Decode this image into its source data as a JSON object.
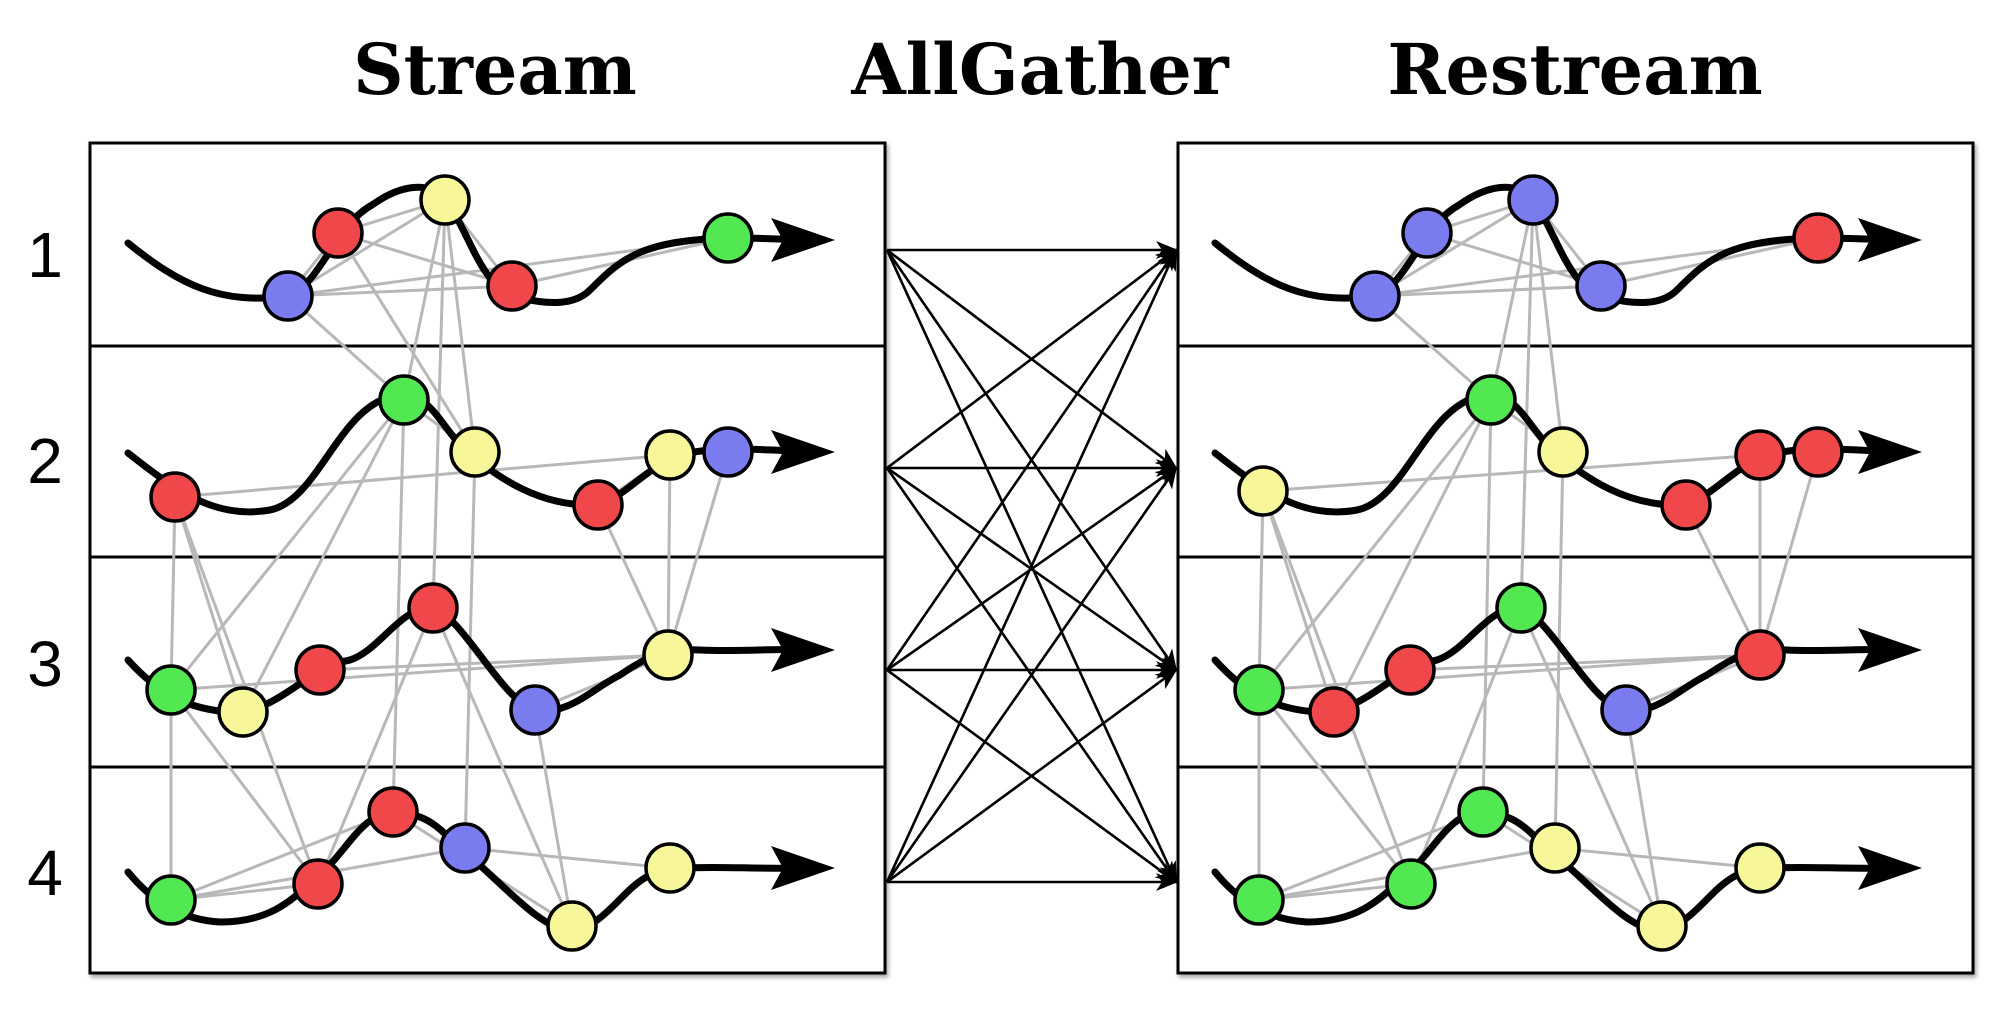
{
  "headings": {
    "stream": "Stream",
    "allgather": "AllGather",
    "restream": "Restream"
  },
  "rows": [
    "1",
    "2",
    "3",
    "4"
  ],
  "colors": {
    "red": "#f0474a",
    "blue": "#7b7bf0",
    "yellow": "#f7f79a",
    "green": "#52e852",
    "edge": "#b8b8b8",
    "stroke": "#000000"
  },
  "panels": {
    "stream": {
      "rows": [
        [
          "blue",
          "red",
          "yellow",
          "red",
          "green"
        ],
        [
          "red",
          "green",
          "yellow",
          "red",
          "yellow",
          "blue"
        ],
        [
          "green",
          "yellow",
          "red",
          "red",
          "blue",
          "yellow"
        ],
        [
          "green",
          "red",
          "red",
          "blue",
          "yellow",
          "yellow"
        ]
      ]
    },
    "restream": {
      "rows": [
        [
          "blue",
          "blue",
          "blue",
          "blue",
          "red"
        ],
        [
          "yellow",
          "green",
          "yellow",
          "red",
          "red",
          "red"
        ],
        [
          "green",
          "red",
          "red",
          "green",
          "blue",
          "red"
        ],
        [
          "green",
          "green",
          "green",
          "yellow",
          "yellow",
          "yellow"
        ]
      ]
    }
  }
}
